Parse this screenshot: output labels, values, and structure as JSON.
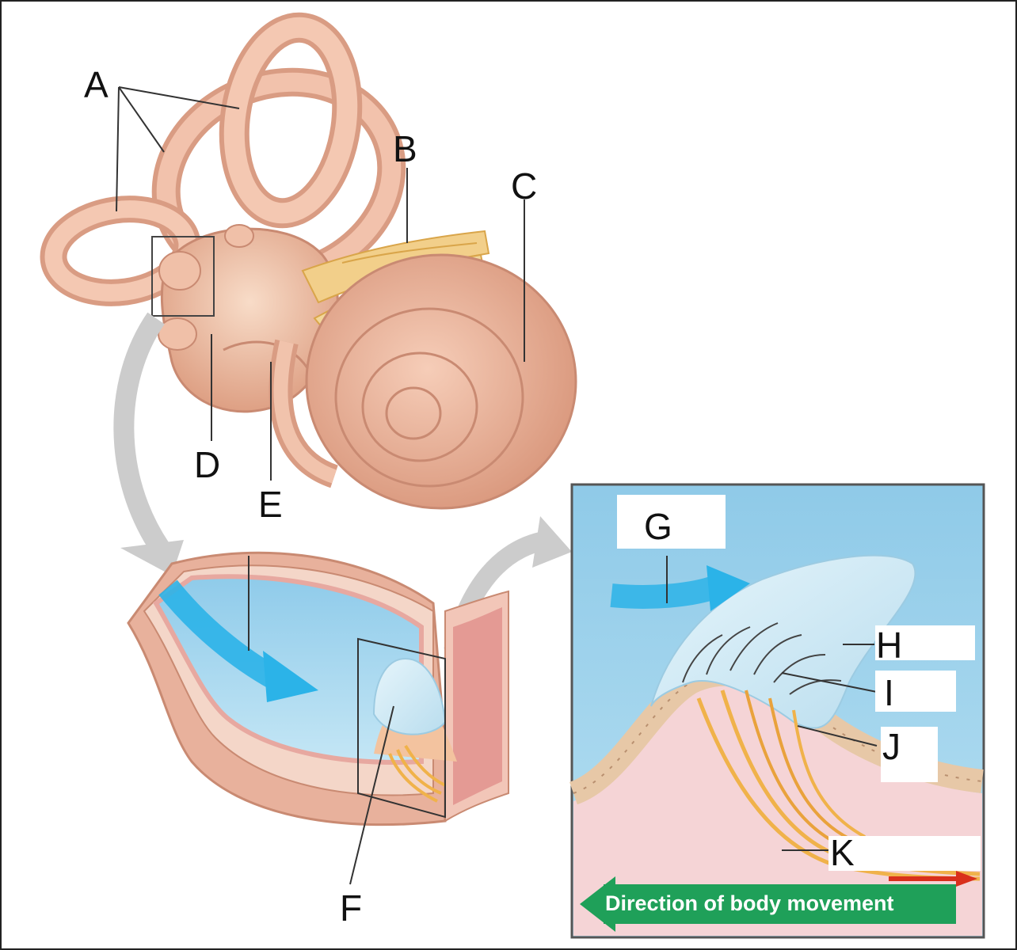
{
  "labels": {
    "a": "A",
    "b": "B",
    "c": "C",
    "d": "D",
    "e": "E",
    "f": "F",
    "g": "G",
    "h": "H",
    "i": "I",
    "j": "J",
    "k": "K"
  },
  "movement_text": "Direction of body movement",
  "colors": {
    "bone": "#eab19b",
    "bone_dark": "#c98a72",
    "fluid": "#a9d9ef",
    "fluid_light": "#d7eef8",
    "arrow_blue": "#2bb3e8",
    "green": "#1fa059",
    "nerve": "#f0b24a",
    "red_arrow": "#d9301c"
  },
  "icons": [
    "curved-grey-arrow",
    "blue-flow-arrow",
    "green-direction-arrow",
    "red-signal-arrow"
  ]
}
